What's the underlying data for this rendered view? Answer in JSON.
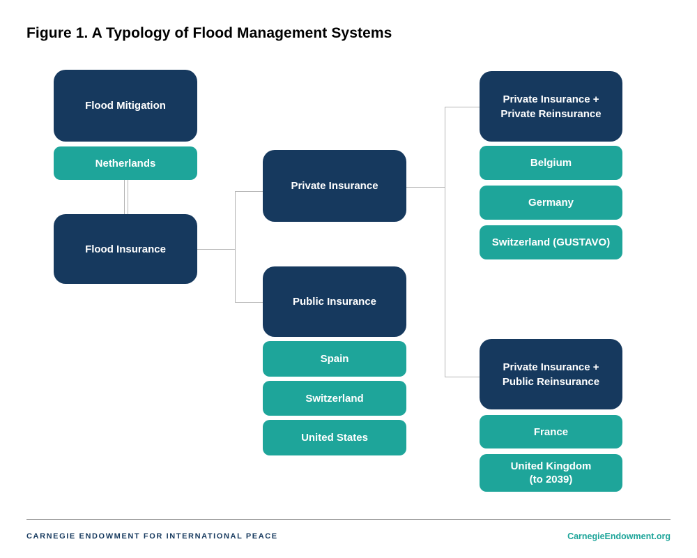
{
  "title": "Figure 1. A Typology of Flood Management Systems",
  "colors": {
    "navy": "#16395E",
    "teal": "#1EA59A",
    "connector_gray": "#B5B5B5",
    "footer_rule_gray": "#7F7F7F",
    "title_black": "#000000",
    "box_text_white": "#FFFFFF"
  },
  "nodes": {
    "flood_mitigation": {
      "label": "Flood Mitigation",
      "type": "category"
    },
    "netherlands": {
      "label": "Netherlands",
      "type": "country"
    },
    "flood_insurance": {
      "label": "Flood Insurance",
      "type": "category"
    },
    "private_insurance": {
      "label": "Private Insurance",
      "type": "category"
    },
    "public_insurance": {
      "label": "Public Insurance",
      "type": "category"
    },
    "spain": {
      "label": "Spain",
      "type": "country"
    },
    "switzerland": {
      "label": "Switzerland",
      "type": "country"
    },
    "united_states": {
      "label": "United States",
      "type": "country"
    },
    "private_private_reinsurance": {
      "label": "Private Insurance +\nPrivate Reinsurance",
      "type": "category"
    },
    "belgium": {
      "label": "Belgium",
      "type": "country"
    },
    "germany": {
      "label": "Germany",
      "type": "country"
    },
    "switzerland_gustavo": {
      "label": "Switzerland (GUSTAVO)",
      "type": "country"
    },
    "private_public_reinsurance": {
      "label": "Private Insurance +\nPublic Reinsurance",
      "type": "category"
    },
    "france": {
      "label": "France",
      "type": "country"
    },
    "united_kingdom": {
      "label": "United Kingdom\n(to 2039)",
      "type": "country"
    }
  },
  "footer": {
    "left": "CARNEGIE ENDOWMENT FOR INTERNATIONAL PEACE",
    "right": "CarnegieEndowment.org"
  }
}
